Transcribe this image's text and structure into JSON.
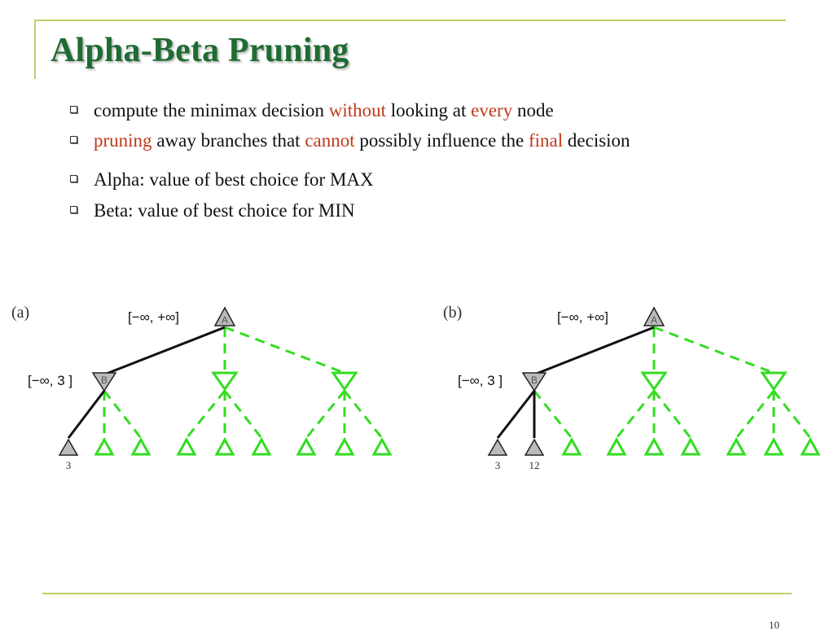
{
  "slide": {
    "title": "Alpha-Beta Pruning",
    "page_number": "10"
  },
  "bullets": [
    {
      "p1": "compute the minimax decision ",
      "h1": "without",
      "p2": " looking at ",
      "h2": "every",
      "p3": " node"
    },
    {
      "p1": "",
      "h1": "pruning",
      "p2": " away branches that ",
      "h2": "cannot",
      "p3": " possibly influence the ",
      "h3": "final",
      "p4": " decision"
    },
    {
      "text": "Alpha: value of best choice for MAX"
    },
    {
      "text": "Beta: value of best choice for MIN"
    }
  ],
  "diagrams": [
    {
      "label": "(a)",
      "root_node": "A",
      "root_bounds": "[−∞, +∞]",
      "min_node": "B",
      "min_bounds": "[−∞, 3 ]",
      "leaf_values": [
        "3"
      ]
    },
    {
      "label": "(b)",
      "root_node": "A",
      "root_bounds": "[−∞, +∞]",
      "min_node": "B",
      "min_bounds": "[−∞, 3 ]",
      "leaf_values": [
        "3",
        "12"
      ]
    }
  ],
  "colors": {
    "title": "#1f6b33",
    "highlight": "#c0391c",
    "pruned_branch": "#33dd22",
    "explored_node_fill": "#bbbbbb",
    "rule": "#c4cd6a"
  }
}
